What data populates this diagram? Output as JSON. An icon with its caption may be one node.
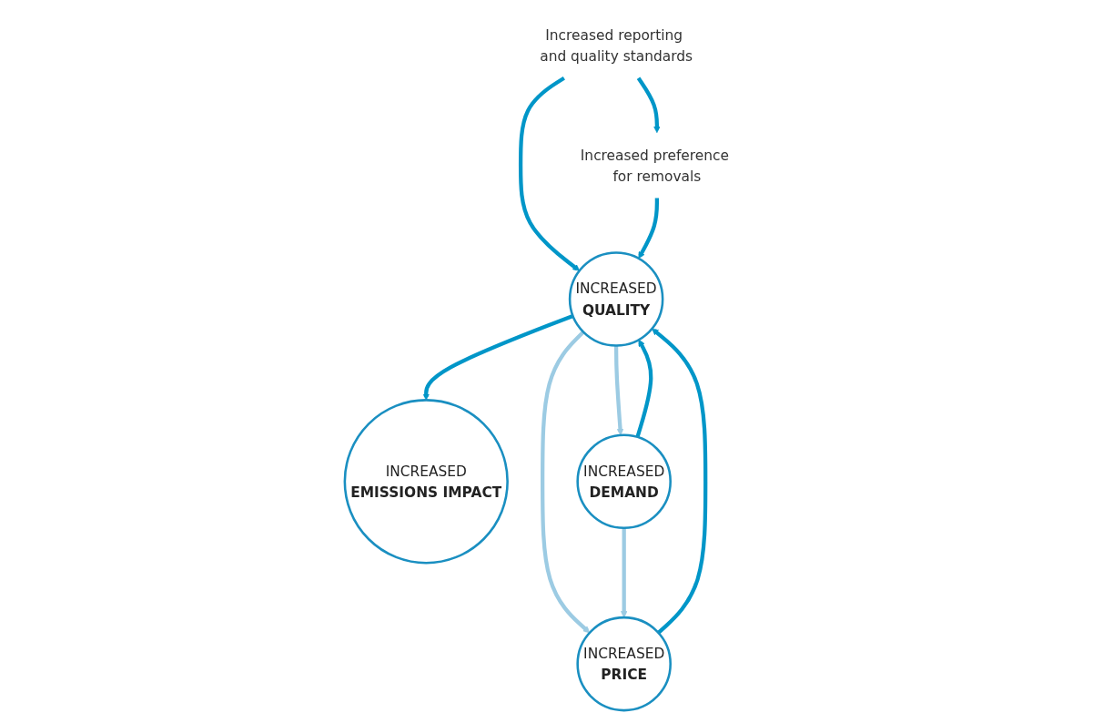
{
  "diagram": {
    "nodes": [
      {
        "text": [
          "Increased reporting and quality standards"
        ]
      },
      {
        "text": [
          "Increased preference for removals"
        ]
      },
      {
        "text": [
          "INCREASED",
          "QUALITY"
        ]
      },
      {
        "text": [
          "INCREASED",
          "EMISSIONS IMPACT"
        ]
      },
      {
        "text": [
          "INCREASED",
          "PRICE"
        ]
      },
      {
        "text": [
          "INCREASED",
          "DEMAND"
        ]
      }
    ],
    "edges": [
      {
        "from": 0,
        "to": 1,
        "arrow": "to"
      },
      {
        "from": 0,
        "to": 2,
        "arrow": "to"
      },
      {
        "from": 1,
        "to": 2,
        "arrow": "to"
      },
      {
        "from": 2,
        "to": 3,
        "arrow": "to"
      },
      {
        "from": 2,
        "to": 4,
        "arrow": "to",
        "color": "#9ccbe3"
      },
      {
        "from": 2,
        "to": 5,
        "arrow": "to",
        "color": "#9ccbe3"
      },
      {
        "from": 5,
        "to": 4,
        "arrow": "to",
        "color": "#9ccbe3"
      },
      {
        "from": 4,
        "to": 2,
        "arrow": "to"
      },
      {
        "from": 5,
        "to": 2,
        "arrow": "to"
      }
    ]
  }
}
